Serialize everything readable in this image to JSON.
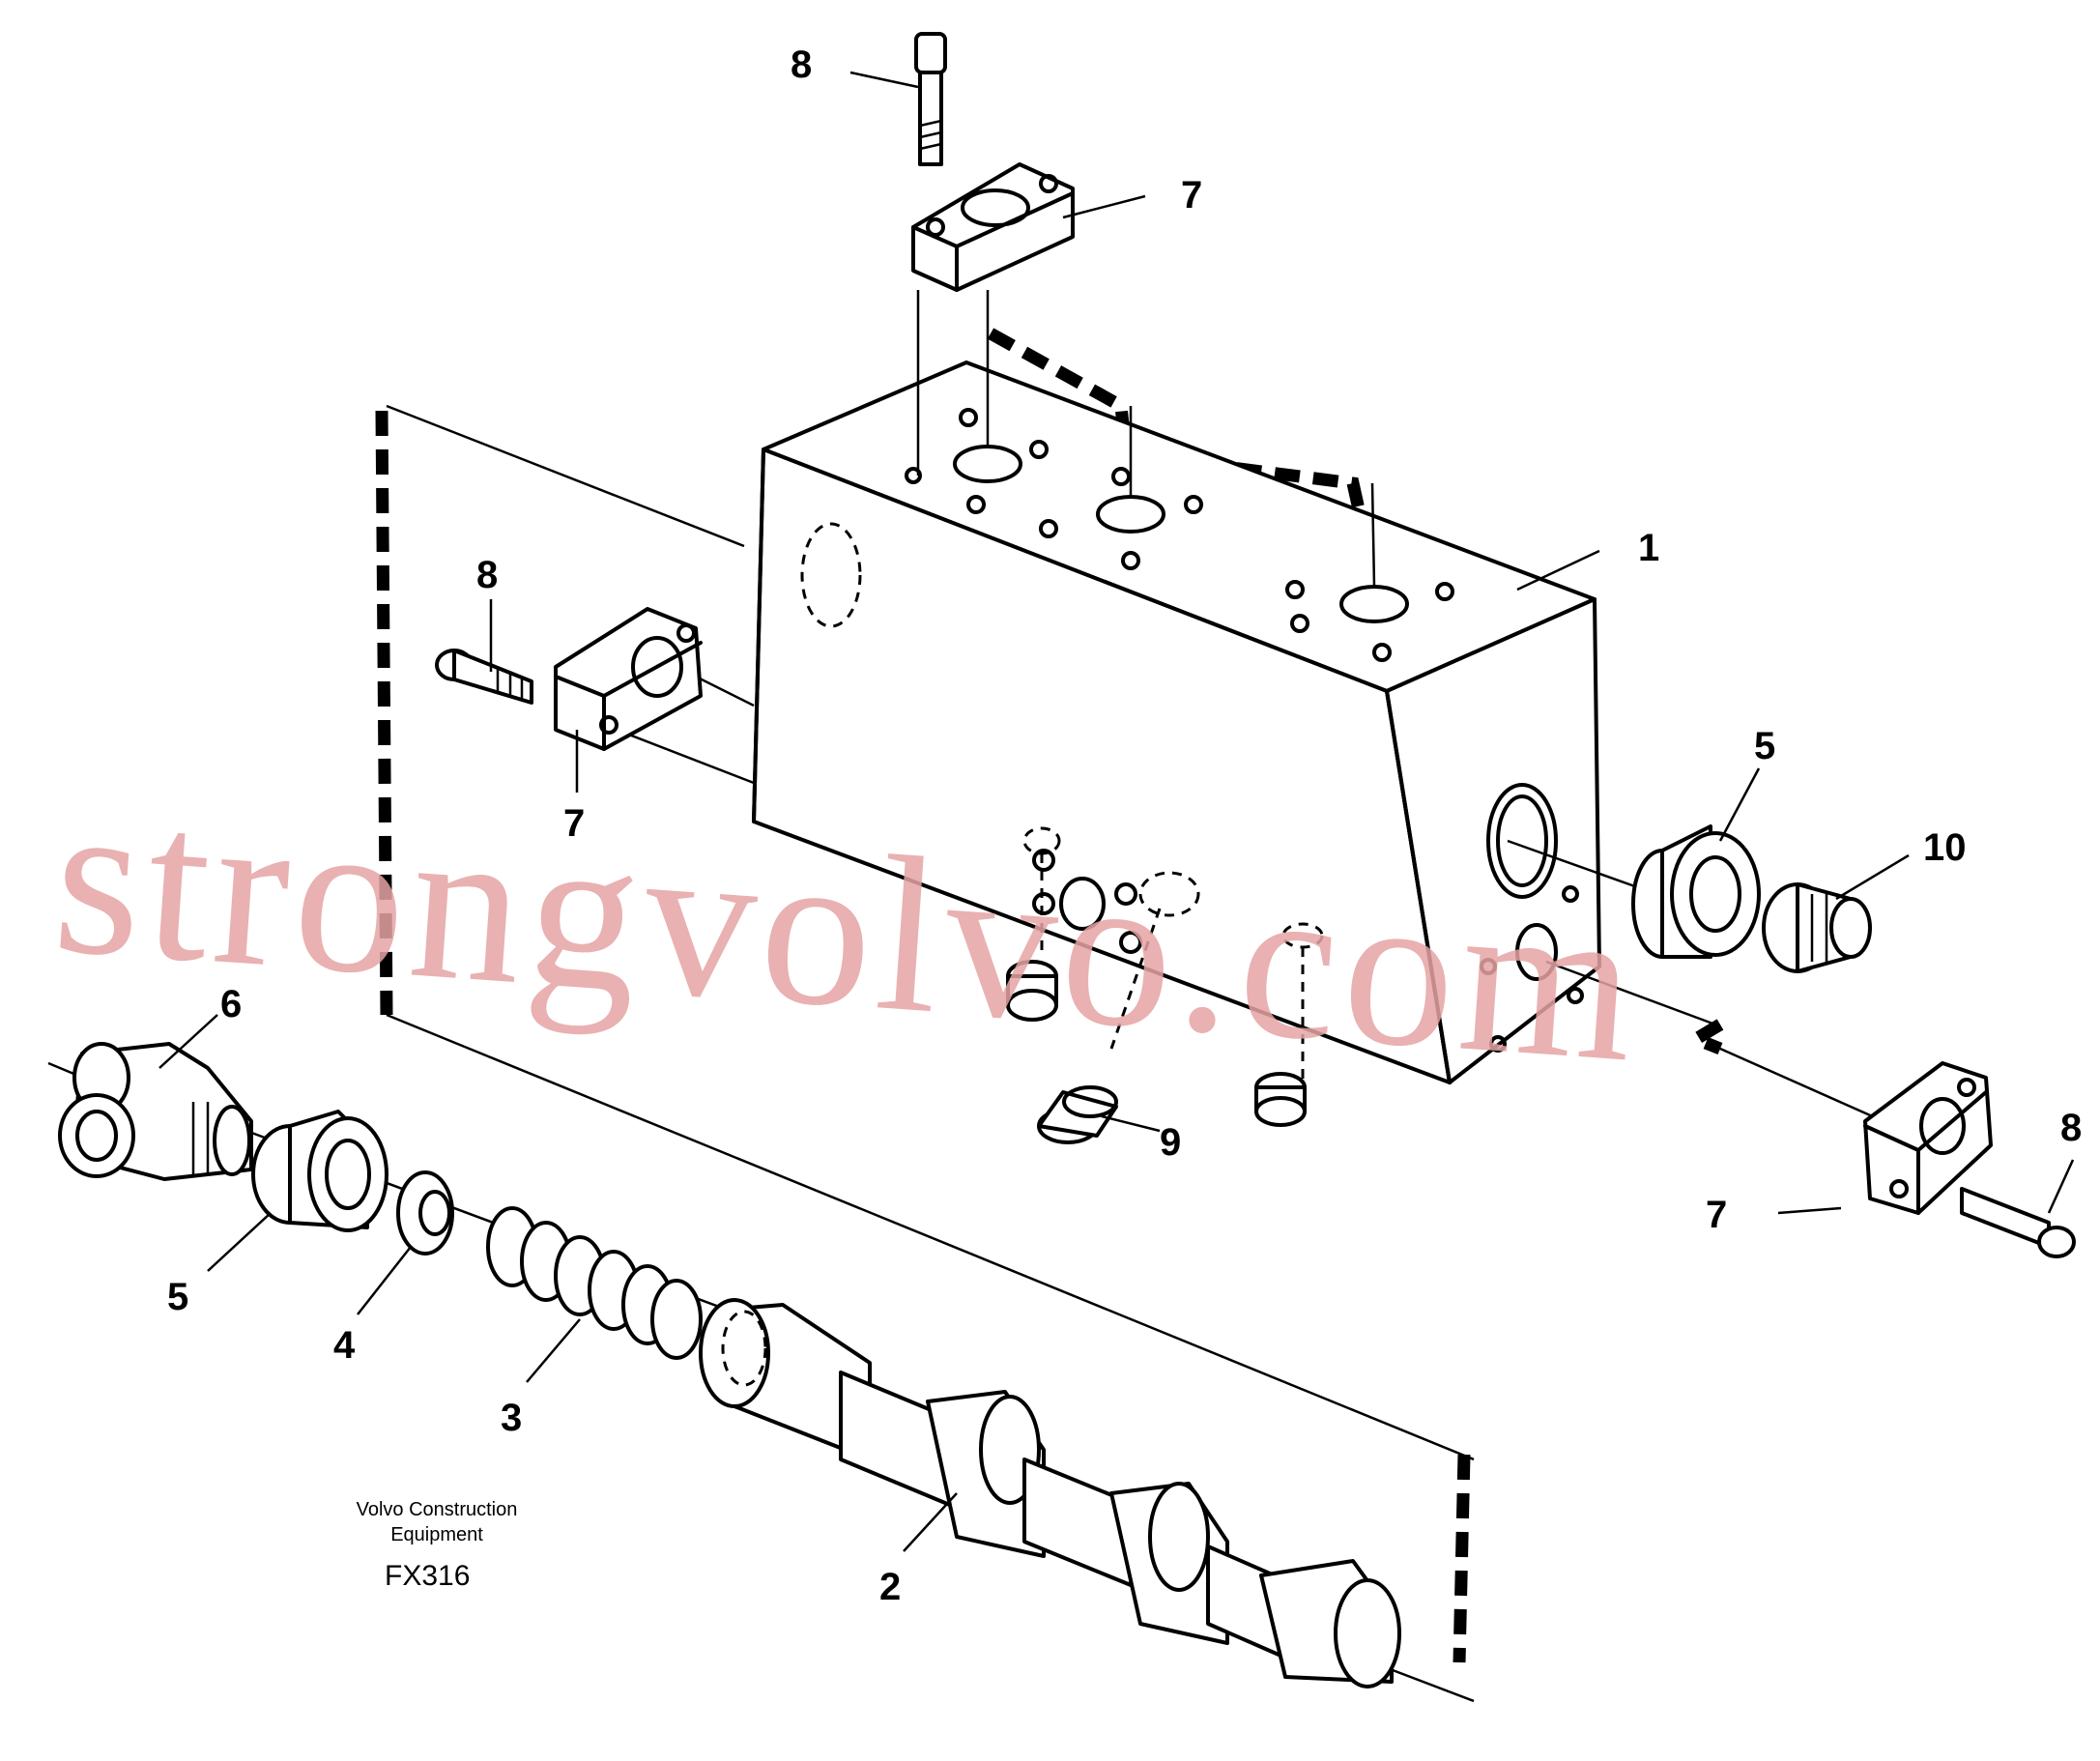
{
  "diagram": {
    "labels": [
      {
        "id": "label-8-top",
        "text": "8"
      },
      {
        "id": "label-7-top",
        "text": "7"
      },
      {
        "id": "label-1",
        "text": "1"
      },
      {
        "id": "label-8-left",
        "text": "8"
      },
      {
        "id": "label-7-left",
        "text": "7"
      },
      {
        "id": "label-5-right",
        "text": "5"
      },
      {
        "id": "label-10",
        "text": "10"
      },
      {
        "id": "label-6",
        "text": "6"
      },
      {
        "id": "label-9",
        "text": "9"
      },
      {
        "id": "label-8-right",
        "text": "8"
      },
      {
        "id": "label-7-right",
        "text": "7"
      },
      {
        "id": "label-5-left",
        "text": "5"
      },
      {
        "id": "label-4",
        "text": "4"
      },
      {
        "id": "label-3",
        "text": "3"
      },
      {
        "id": "label-2",
        "text": "2"
      }
    ],
    "caption_line1": "Volvo Construction",
    "caption_line2": "Equipment",
    "code": "FX316",
    "watermark": "strongvolvo.com"
  },
  "colors": {
    "watermark": "#e6a4a4",
    "ink": "#000000",
    "background": "#ffffff"
  }
}
